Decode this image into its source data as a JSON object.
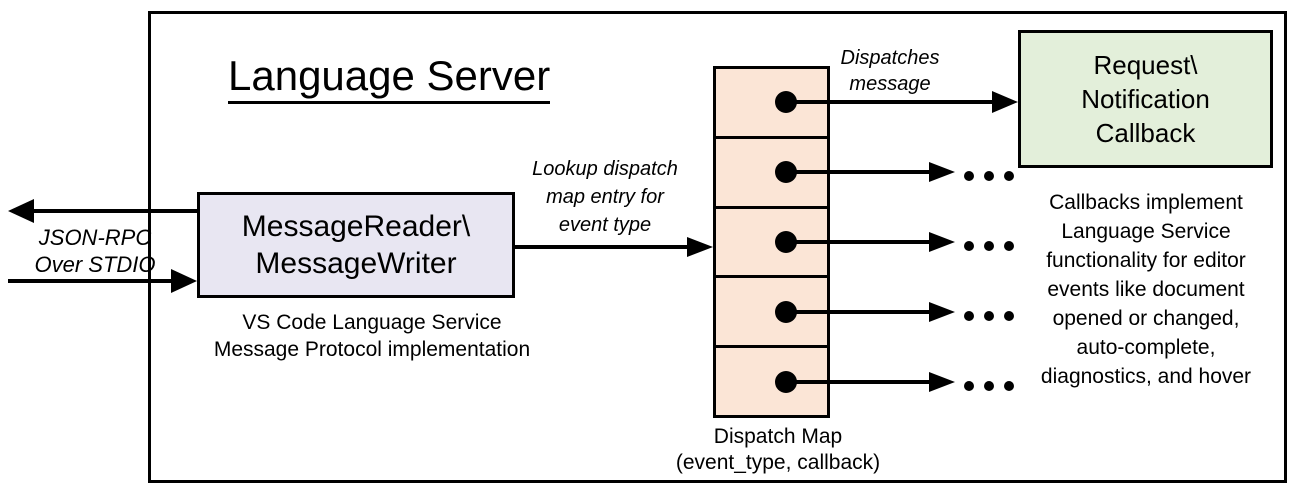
{
  "title": "Language Server",
  "io_label": {
    "lines": [
      "JSON-RPC",
      "Over STDIO"
    ]
  },
  "message_module": {
    "name_lines": [
      "MessageReader\\",
      "MessageWriter"
    ],
    "caption_lines": [
      "VS Code Language Service",
      "Message Protocol implementation"
    ],
    "fill": "#e8e6f2"
  },
  "lookup_label": {
    "lines": [
      "Lookup dispatch",
      "map entry for",
      "event type"
    ]
  },
  "dispatch_map": {
    "cell_count": 5,
    "fill": "#fbe5d6",
    "label_lines": [
      "Dispatch Map",
      "(event_type, callback)"
    ]
  },
  "dispatches_label": {
    "lines": [
      "Dispatches",
      "message"
    ]
  },
  "callback_box": {
    "lines": [
      "Request\\",
      "Notification",
      "Callback"
    ],
    "fill": "#e3efda"
  },
  "callbacks_note": {
    "lines": [
      "Callbacks implement",
      "Language Service",
      "functionality for editor",
      "events like document",
      "opened or changed,",
      "auto-complete,",
      "diagnostics, and hover"
    ]
  },
  "icons": {
    "pointer_dot": "black circle marking dispatch map entry",
    "arrowhead": "solid black triangle direction marker",
    "ellipsis": "three dots meaning more callbacks"
  },
  "colors": {
    "line": "#000000",
    "background": "#ffffff"
  }
}
